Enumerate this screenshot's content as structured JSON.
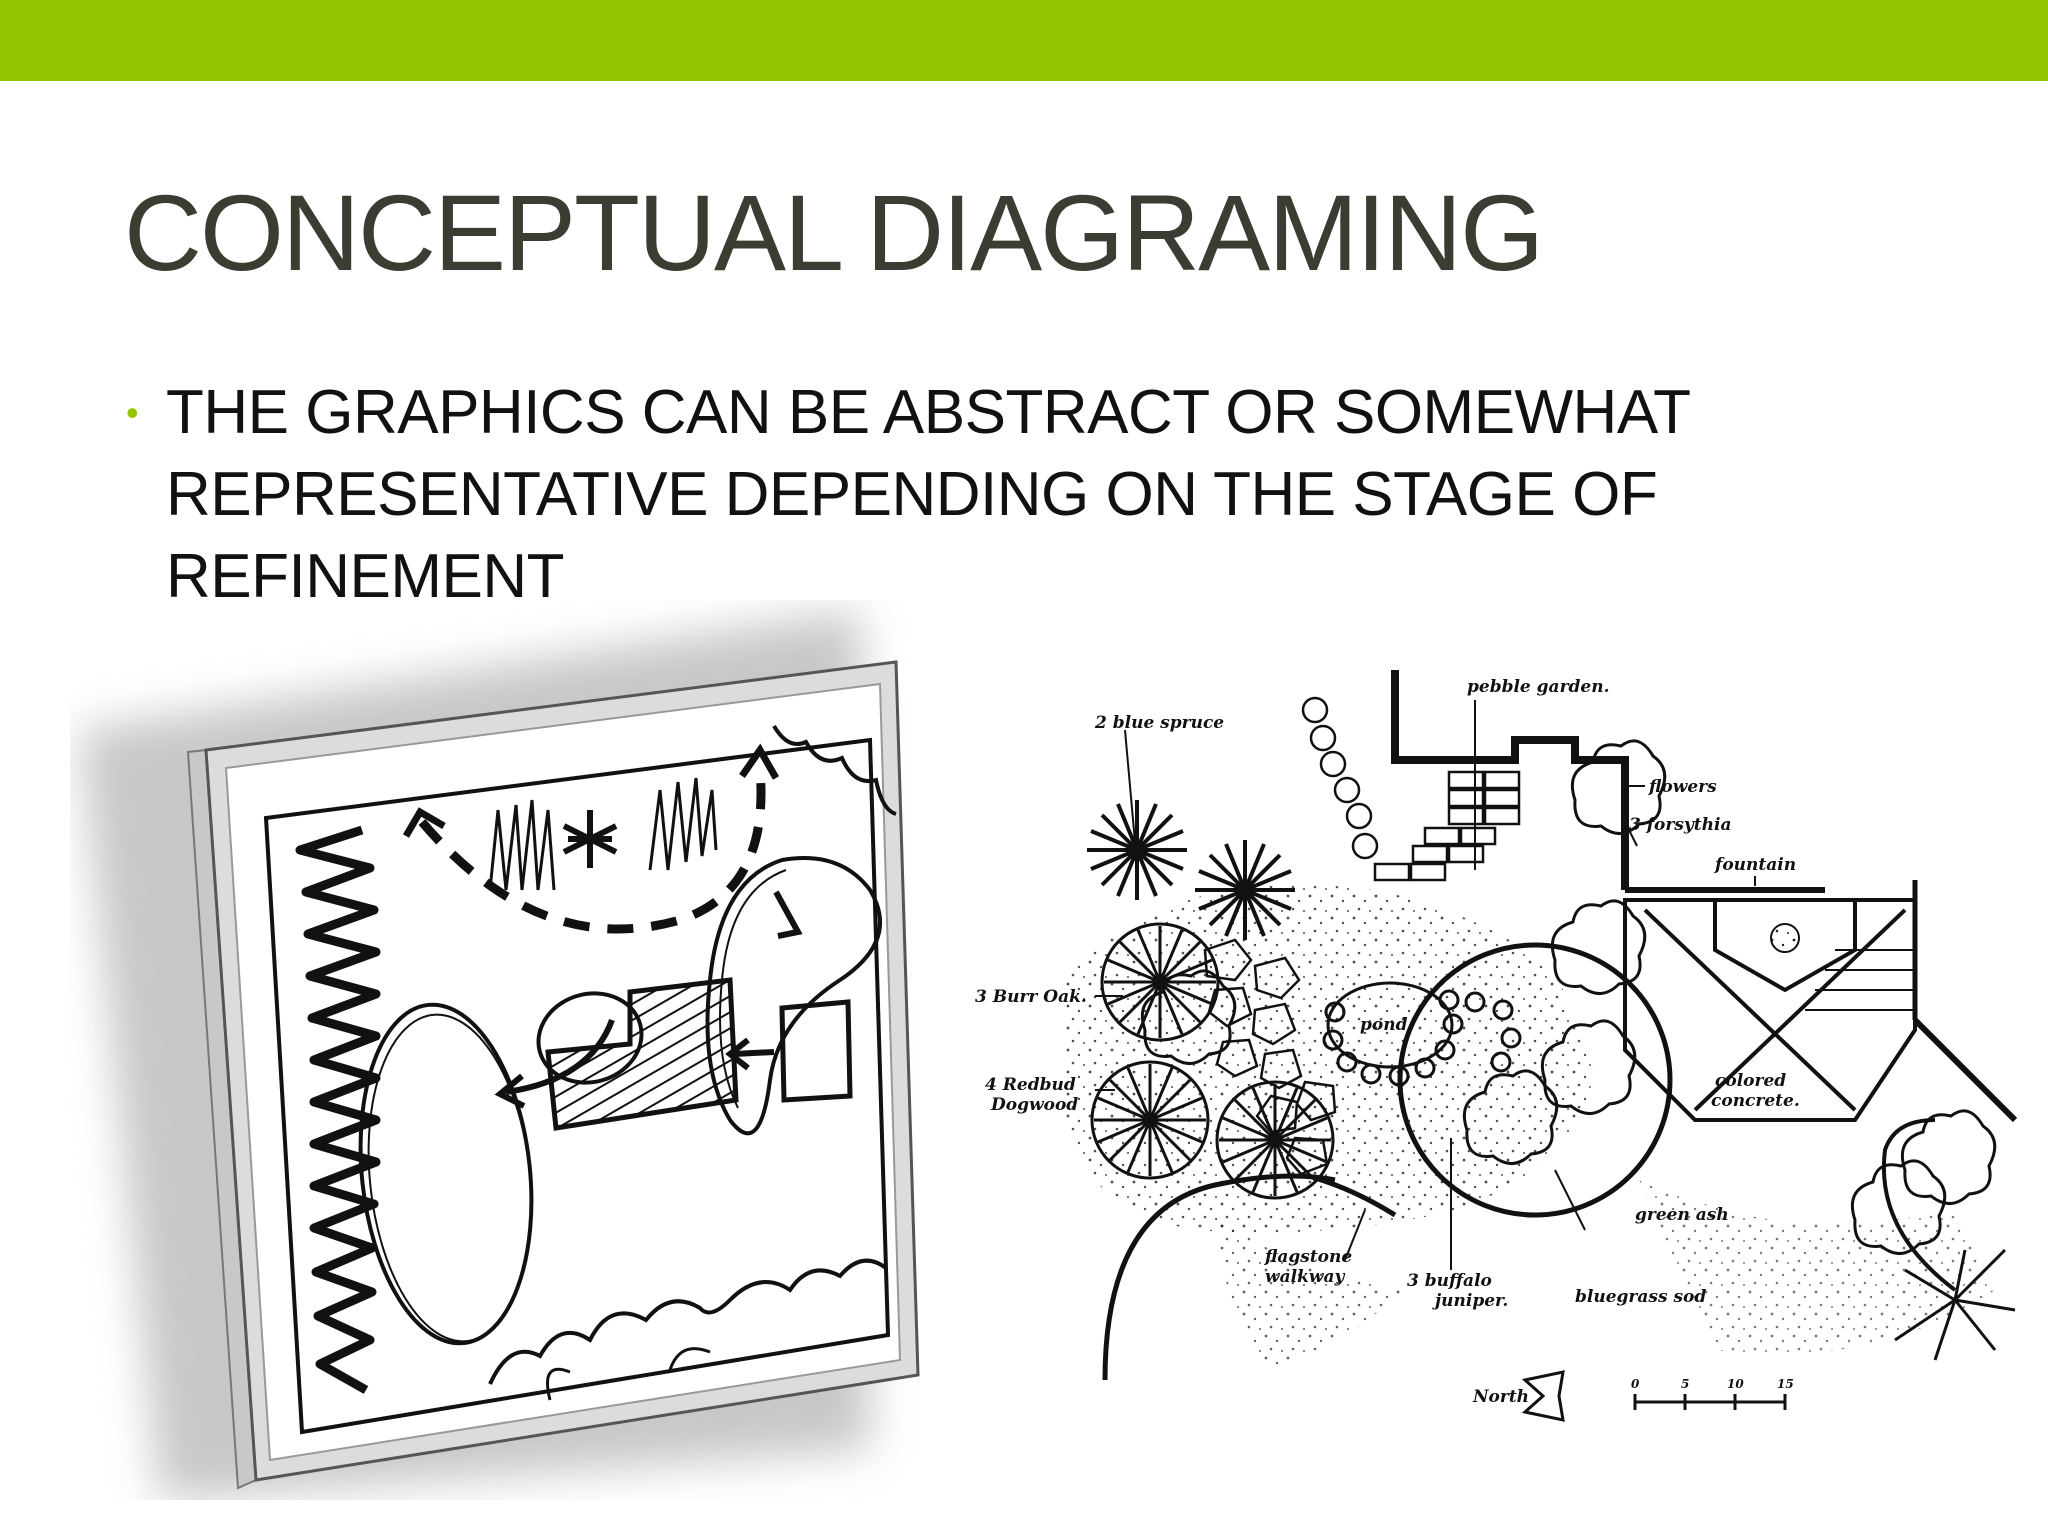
{
  "header": {
    "accent_color": "#94c600"
  },
  "slide": {
    "title": "CONCEPTUAL DIAGRAMING",
    "title_color": "#3c3c32",
    "bullets": [
      {
        "dot": "•",
        "text": "THE GRAPHICS CAN BE ABSTRACT OR SOMEWHAT REPRESENTATIVE DEPENDING ON THE STAGE OF REFINEMENT"
      }
    ]
  },
  "plan": {
    "labels": {
      "pebble_garden": "pebble garden.",
      "blue_spruce": "2 blue spruce",
      "flowers": "flowers",
      "forsythia": "3 forsythia",
      "fountain": "fountain",
      "bur_oak": "3 Burr Oak.",
      "redbud_line1": "4 Redbud",
      "redbud_line2": "Dogwood",
      "pond": "pond.",
      "colored_line1": "colored",
      "colored_line2": "concrete.",
      "green_ash": "green ash",
      "flagstone_line1": "flagstone",
      "flagstone_line2": "walkway",
      "juniper_line1": "3 buffalo",
      "juniper_line2": "juniper.",
      "bluegrass": "bluegrass sod",
      "north": "North",
      "scale_0": "0",
      "scale_5": "5",
      "scale_10": "10",
      "scale_15": "15"
    }
  }
}
